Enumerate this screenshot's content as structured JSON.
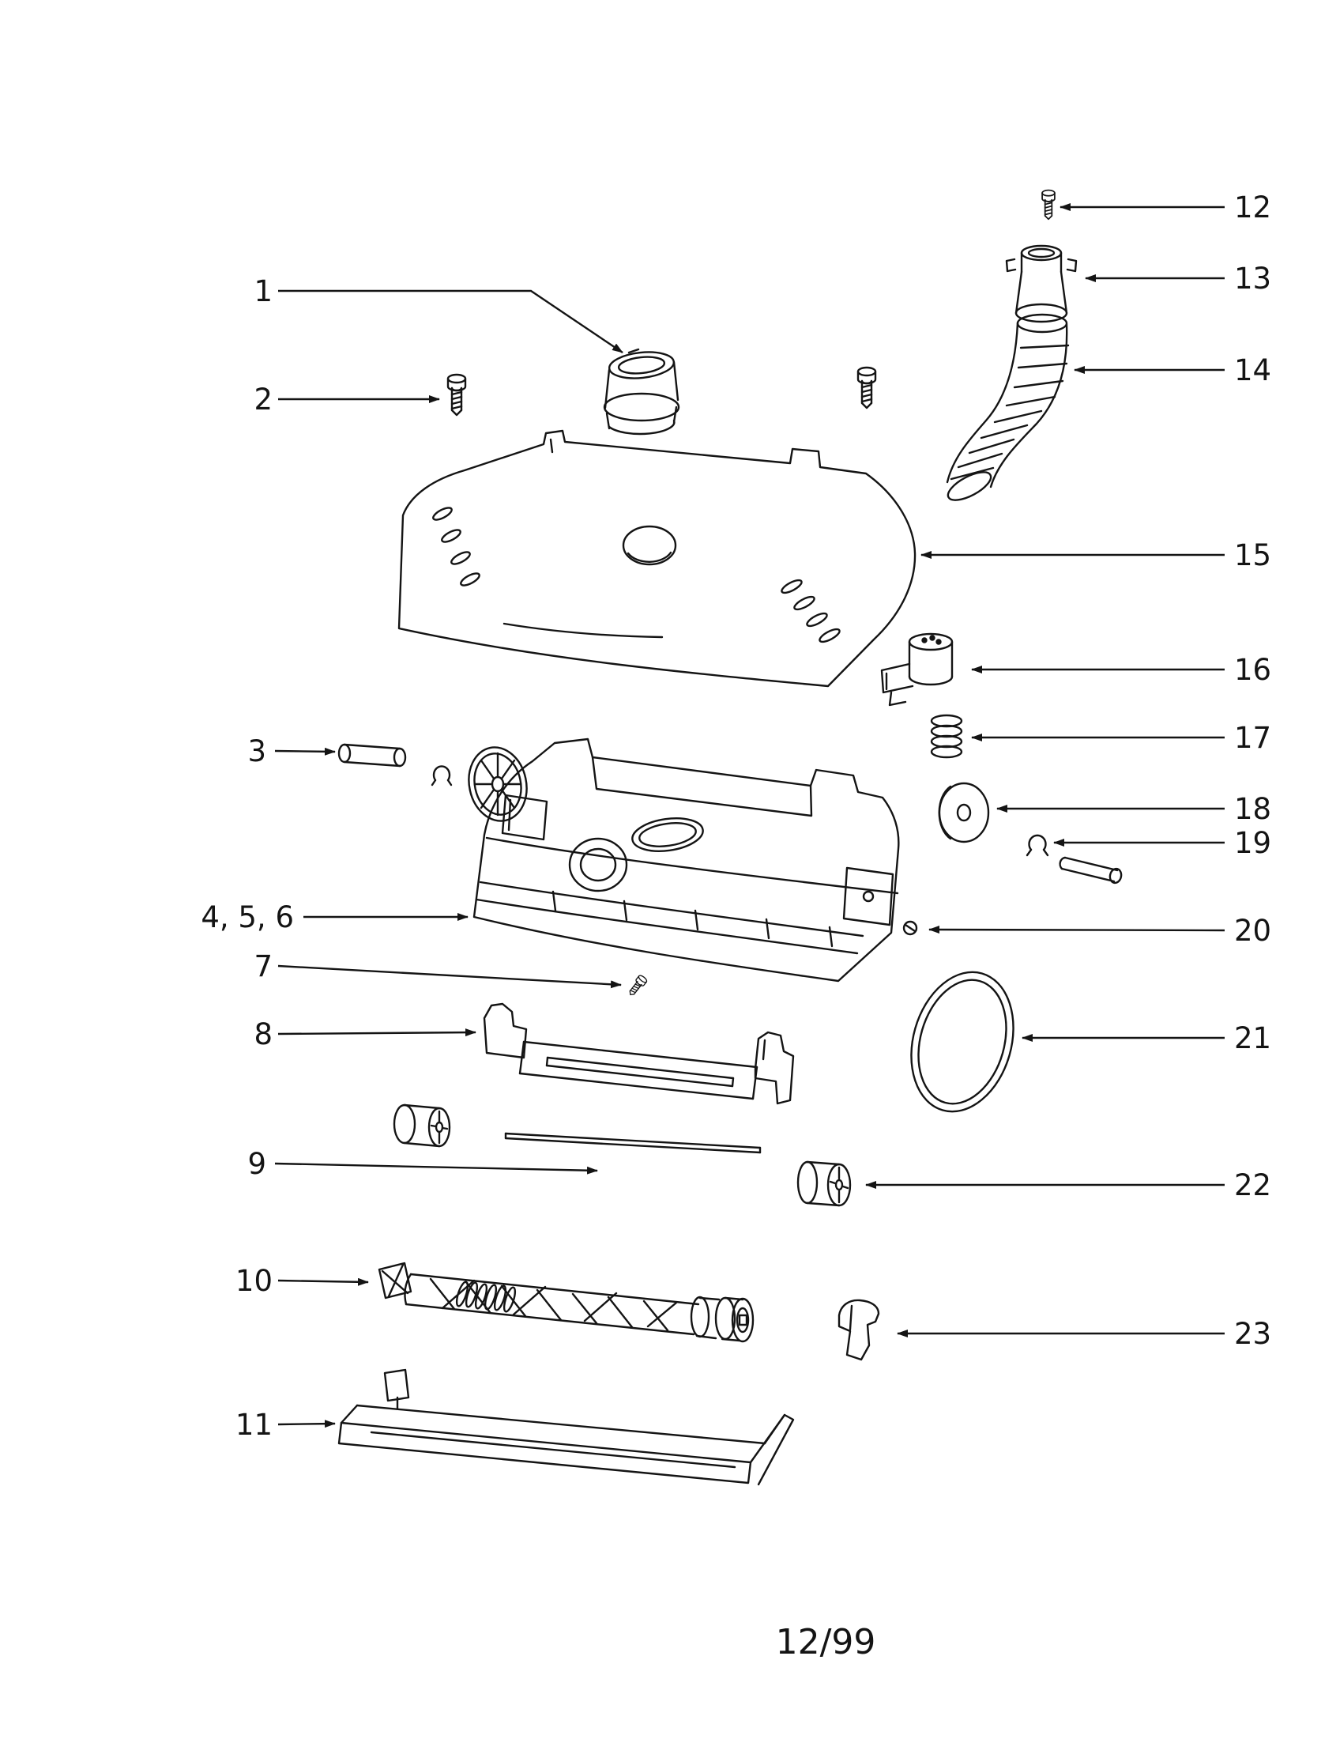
{
  "diagram": {
    "footer": "12/99",
    "labels": {
      "l1": "1",
      "l2": "2",
      "l3": "3",
      "l456": "4, 5, 6",
      "l7": "7",
      "l8": "8",
      "l9": "9",
      "l10": "10",
      "l11": "11",
      "l12": "12",
      "l13": "13",
      "l14": "14",
      "l15": "15",
      "l16": "16",
      "l17": "17",
      "l18": "18",
      "l19": "19",
      "l20": "20",
      "l21": "21",
      "l22": "22",
      "l23": "23"
    }
  }
}
